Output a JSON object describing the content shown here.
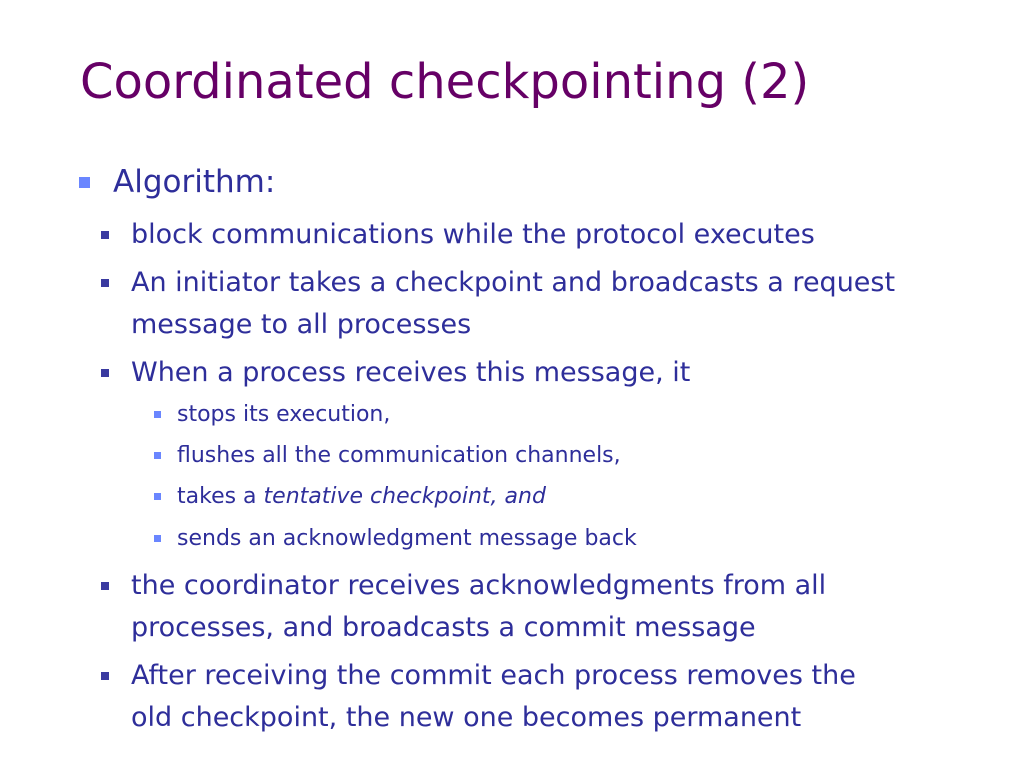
{
  "slide": {
    "title": "Coordinated checkpointing (2)",
    "level1": "Algorithm:",
    "items": {
      "block": "block communications while the protocol executes",
      "initiator_line1": "An initiator takes a checkpoint and broadcasts a request",
      "initiator_line2": "message to all processes",
      "when": "When a process receives this message, it",
      "sub_stops": "stops its execution,",
      "sub_flushes": "flushes all the communication channels,",
      "sub_takes_prefix": "takes a ",
      "sub_takes_italic": "tentative checkpoint, and",
      "sub_sends": "sends an acknowledgment message back",
      "coordinator_line1": "the coordinator receives acknowledgments from all",
      "coordinator_line2": "processes, and broadcasts a commit message",
      "after_line1": "After receiving the commit each process removes the",
      "after_line2": "old checkpoint, the new one becomes permanent"
    }
  },
  "colors": {
    "title": "#660066",
    "body_text": "#2e2e9a",
    "bullet_primary": "#6a86ff",
    "bullet_secondary": "#3a3aa0"
  }
}
